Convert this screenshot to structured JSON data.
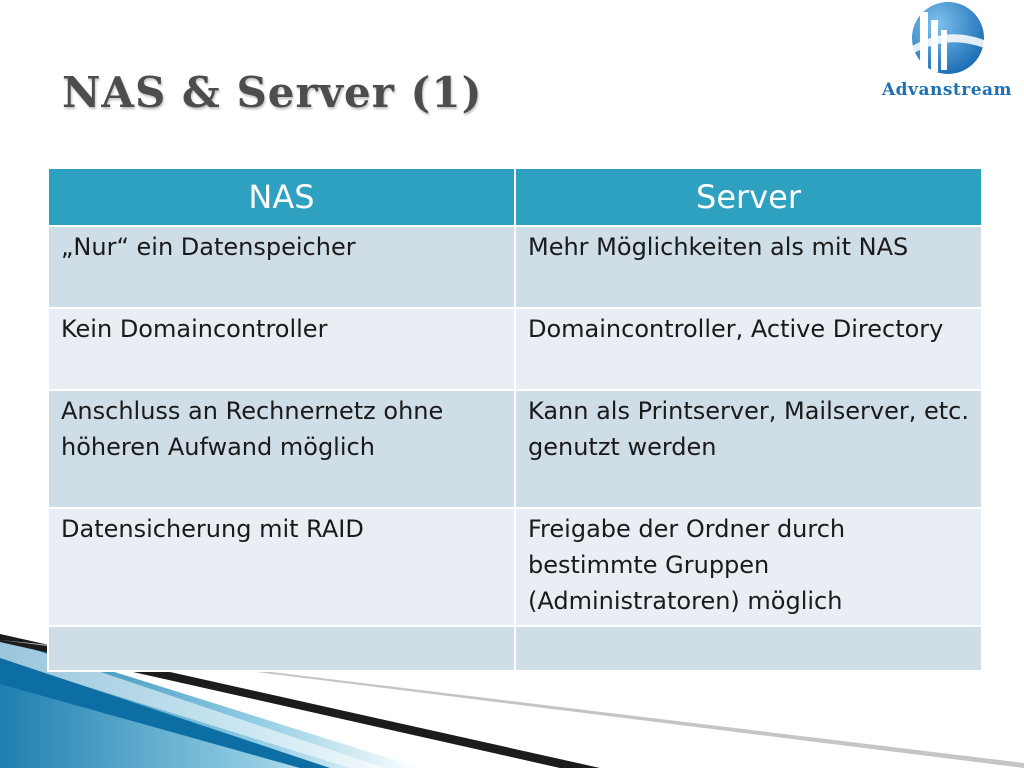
{
  "slide": {
    "title": "NAS & Server (1)",
    "logo": {
      "wordmark": "Advanstream",
      "icon": "globe-bars-logo-icon"
    }
  },
  "table": {
    "headers": [
      "NAS",
      "Server"
    ],
    "rows": [
      [
        "„Nur“ ein Datenspeicher",
        "Mehr Möglichkeiten als mit NAS"
      ],
      [
        "Kein Domaincontroller",
        "Domaincontroller, Active Directory"
      ],
      [
        "Anschluss an Rechnernetz ohne höheren Aufwand möglich",
        "Kann als Printserver, Mailserver, etc. genutzt werden"
      ],
      [
        "Datensicherung mit RAID",
        "Freigabe der Ordner durch bestimmte Gruppen (Administratoren) möglich"
      ]
    ]
  },
  "colors": {
    "header_bg": "#2da1bf",
    "row_dark": "#cfdde7",
    "row_light": "#e8eef4",
    "title_text": "#4d4d4d",
    "logo_blue": "#1f6fb3"
  }
}
